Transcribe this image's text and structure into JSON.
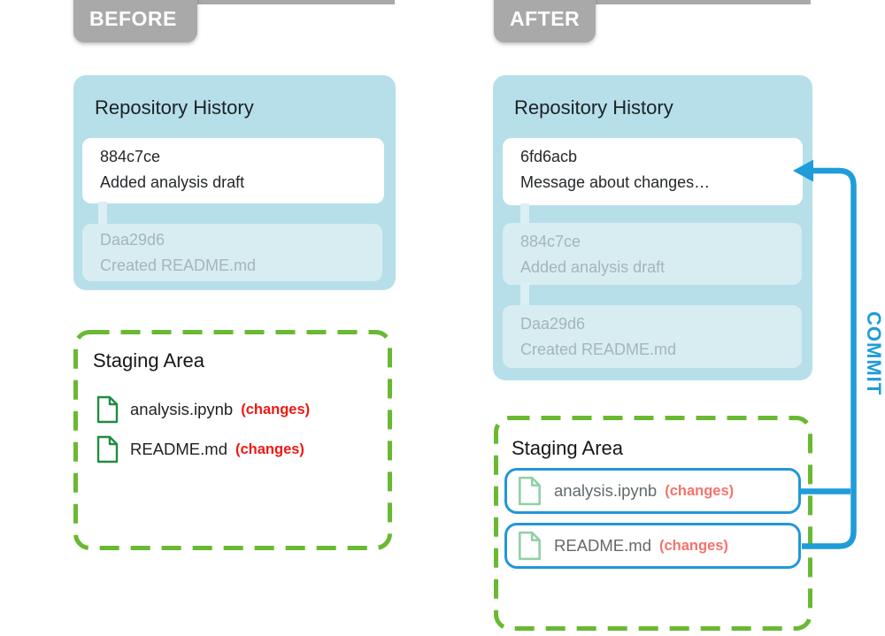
{
  "before": {
    "label": "BEFORE",
    "repository": {
      "title": "Repository History",
      "commits": [
        {
          "hash": "884c7ce",
          "message": "Added analysis draft",
          "state": "active"
        },
        {
          "hash": "Daa29d6",
          "message": "Created README.md",
          "state": "faded"
        }
      ]
    },
    "staging": {
      "title": "Staging Area",
      "files": [
        {
          "name": "analysis.ipynb",
          "status": "(changes)"
        },
        {
          "name": "README.md",
          "status": "(changes)"
        }
      ]
    }
  },
  "after": {
    "label": "AFTER",
    "repository": {
      "title": "Repository History",
      "commits": [
        {
          "hash": "6fd6acb",
          "message": "Message about changes…",
          "state": "active"
        },
        {
          "hash": "884c7ce",
          "message": "Added analysis draft",
          "state": "faded"
        },
        {
          "hash": "Daa29d6",
          "message": "Created README.md",
          "state": "faded"
        }
      ]
    },
    "staging": {
      "title": "Staging Area",
      "files": [
        {
          "name": "analysis.ipynb",
          "status": "(changes)"
        },
        {
          "name": "README.md",
          "status": "(changes)"
        }
      ]
    },
    "commit_arrow_label": "COMMIT"
  },
  "icons": {
    "file_icon": "document-page-with-folded-corner"
  },
  "colors": {
    "repo_box": "#b6dfe9",
    "faded_commit": "#d7edf2",
    "faded_text": "#a5b5bb",
    "label_gray": "#a9a9a9",
    "staging_dash_green": "#69b932",
    "file_icon_green": "#208c43",
    "file_icon_green_faded": "#90cfa6",
    "changes_red": "#ed1a15",
    "changes_salmon": "#f4736c",
    "commit_blue": "#1f9cd9"
  }
}
